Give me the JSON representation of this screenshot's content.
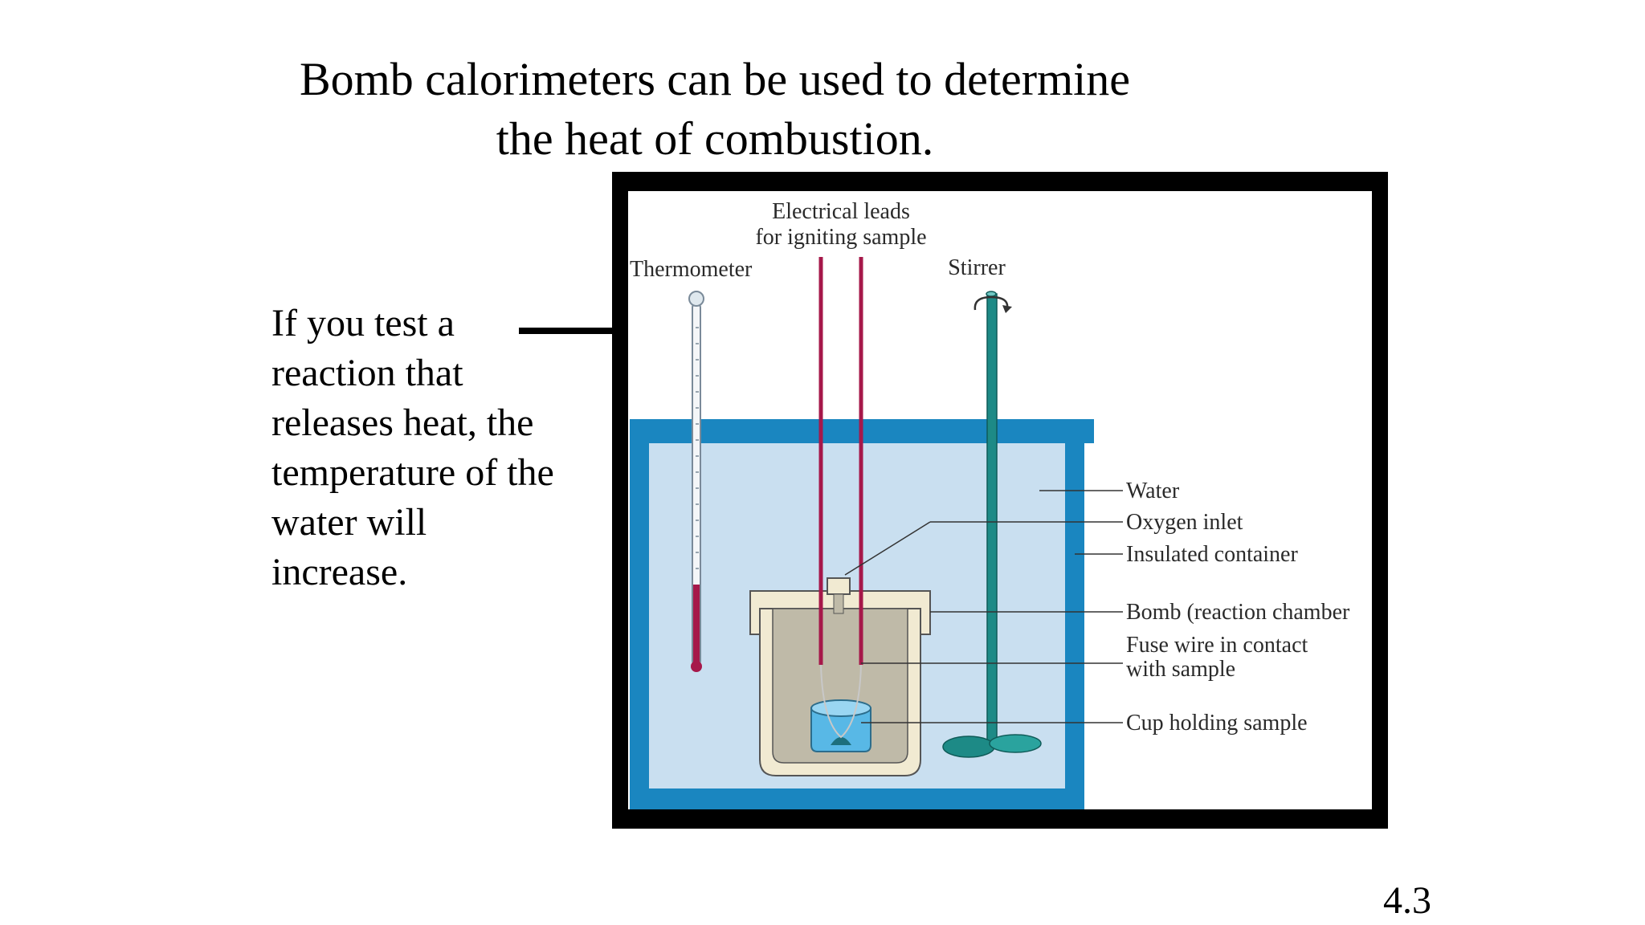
{
  "slide": {
    "title_lines": [
      "Bomb calorimeters can be used to determine",
      "the heat of combustion."
    ],
    "side_note_lines": [
      "If you test a",
      "reaction that",
      "releases heat, the",
      "temperature of the",
      "water will",
      "increase."
    ],
    "slide_number": "4.3"
  },
  "diagram": {
    "labels": {
      "electrical_leads_1": "Electrical leads",
      "electrical_leads_2": "for igniting sample",
      "thermometer": "Thermometer",
      "stirrer": "Stirrer",
      "water": "Water",
      "oxygen_inlet": "Oxygen inlet",
      "insulated_container": "Insulated container",
      "bomb": "Bomb (reaction chamber",
      "fuse_wire_1": "Fuse wire in contact",
      "fuse_wire_2": "with sample",
      "cup": "Cup holding sample"
    },
    "colors": {
      "container_blue": "#1a86c0",
      "water": "#c9dff0",
      "leads": "#a6184a",
      "stirrer": "#1d8a86",
      "bomb_outer": "#f1ead2",
      "bomb_inner": "#bfbaa8",
      "cup": "#58b8e6",
      "mercury": "#a6184a"
    }
  }
}
